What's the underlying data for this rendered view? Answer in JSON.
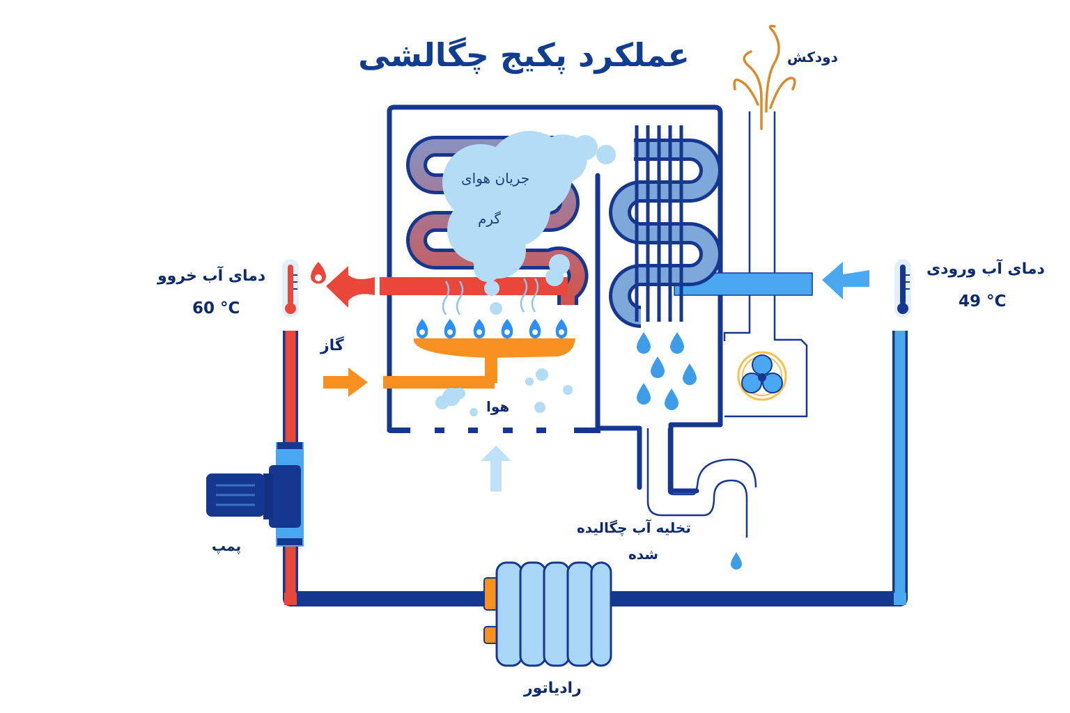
{
  "title": "عملکرد پکیج چگالشی",
  "labels": {
    "chimney": "دودکش",
    "hot_air_line1": "جریان هوای",
    "hot_air_line2": "گرم",
    "outlet_water_temp": "دمای آب خروو",
    "outlet_temp_value": "60 °C",
    "inlet_water_temp": "دمای آب ورودی",
    "inlet_temp_value": "49 °C",
    "gas": "گاز",
    "air": "هوا",
    "pump": "پمپ",
    "condensate_drain_line1": "تخلیه آب چگالیده",
    "condensate_drain_line2": "شده",
    "radiator": "رادیاتور"
  },
  "colors": {
    "frame": "#16378f",
    "hot": "#e8473a",
    "cold": "#4aa8f0",
    "gas": "#f7901e",
    "flame": "#2e8ff2",
    "cloud": "#b5dcf5",
    "chimney_smoke": "#d98a2c",
    "radiator": "#a7d6f7",
    "title": "#103d8f"
  },
  "icons": [
    "thermometer-hot-icon",
    "thermometer-cold-icon",
    "flame-icon",
    "fan-icon",
    "pump-icon",
    "water-drop-icon"
  ]
}
